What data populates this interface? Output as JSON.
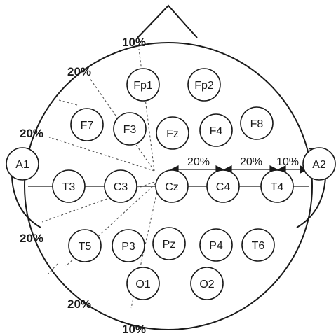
{
  "diagram": {
    "electrodes": [
      {
        "id": "Fp1",
        "label": "Fp1"
      },
      {
        "id": "Fp2",
        "label": "Fp2"
      },
      {
        "id": "F7",
        "label": "F7"
      },
      {
        "id": "F3",
        "label": "F3"
      },
      {
        "id": "Fz",
        "label": "Fz"
      },
      {
        "id": "F4",
        "label": "F4"
      },
      {
        "id": "F8",
        "label": "F8"
      },
      {
        "id": "A1",
        "label": "A1"
      },
      {
        "id": "T3",
        "label": "T3"
      },
      {
        "id": "C3",
        "label": "C3"
      },
      {
        "id": "Cz",
        "label": "Cz"
      },
      {
        "id": "C4",
        "label": "C4"
      },
      {
        "id": "T4",
        "label": "T4"
      },
      {
        "id": "A2",
        "label": "A2"
      },
      {
        "id": "T5",
        "label": "T5"
      },
      {
        "id": "P3",
        "label": "P3"
      },
      {
        "id": "Pz",
        "label": "Pz"
      },
      {
        "id": "P4",
        "label": "P4"
      },
      {
        "id": "T6",
        "label": "T6"
      },
      {
        "id": "O1",
        "label": "O1"
      },
      {
        "id": "O2",
        "label": "O2"
      }
    ],
    "left_percent_labels": {
      "top_10": "10%",
      "upper_20": "20%",
      "mid_upper_20": "20%",
      "mid_lower_20": "20%",
      "lower_20": "20%",
      "bottom_10": "10%"
    },
    "midline_percent_labels": {
      "cz_to_c4": "20%",
      "c4_to_t4": "20%",
      "t4_to_a2": "10%"
    }
  }
}
